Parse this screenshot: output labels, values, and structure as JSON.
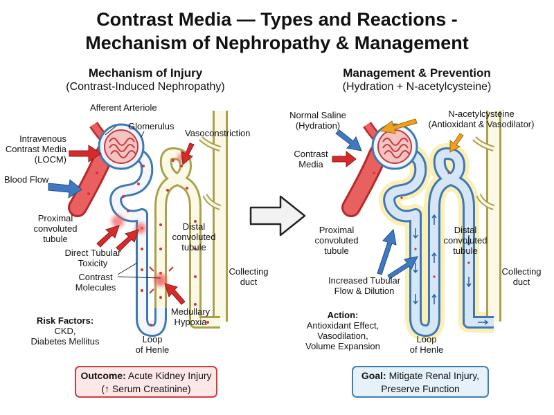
{
  "title": {
    "line1": "Contrast Media — Types and Reactions -",
    "line2": "Mechanism of Nephropathy & Management"
  },
  "left_panel": {
    "heading": "Mechanism of Injury",
    "subheading": "(Contrast-Induced Nephropathy)",
    "labels": {
      "afferent_arteriole": "Afferent Arteriole",
      "glomerulus": "Glomerulus",
      "vasoconstriction": "Vasoconstriction",
      "iv_contrast": [
        "Intravenous",
        "Contrast Media",
        "(LOCM)"
      ],
      "blood_flow": "Blood Flow",
      "proximal_tubule": [
        "Proximal",
        "convoluted",
        "tubule"
      ],
      "distal_tubule": [
        "Distal",
        "convoluted",
        "tubule"
      ],
      "direct_toxicity": [
        "Direct Tubular",
        "Toxicity"
      ],
      "contrast_molecules": [
        "Contrast",
        "Molecules"
      ],
      "collecting_duct": [
        "Collecting",
        "duct"
      ],
      "medullary_hypoxia": [
        "Medullary",
        "Hypoxia"
      ],
      "loop_of_henle": [
        "Loop",
        "of Henle"
      ]
    },
    "risk_factors": {
      "heading": "Risk Factors:",
      "items": [
        "CKD,",
        "Diabetes Mellitus"
      ]
    },
    "outcome": {
      "label": "Outcome:",
      "text": " Acute Kidney Injury",
      "line2": "(↑ Serum Creatinine)"
    }
  },
  "right_panel": {
    "heading": "Management & Prevention",
    "subheading": "(Hydration + N-acetylcysteine)",
    "labels": {
      "normal_saline": [
        "Normal Saline",
        "(Hydration)"
      ],
      "nac": [
        "N-acetylcysteine",
        "(Antioxidant & Vasodilator)"
      ],
      "contrast_media": [
        "Contrast",
        "Media"
      ],
      "proximal_tubule": [
        "Proximal",
        "convoluted",
        "tubule"
      ],
      "distal_tubule": [
        "Distal",
        "convoluted",
        "tubule"
      ],
      "increased_flow": [
        "Increased Tubular",
        "Flow & Dilution"
      ],
      "collecting_duct": [
        "Collecting",
        "duct"
      ],
      "loop_of_henle": [
        "Loop",
        "of Henle"
      ]
    },
    "action": {
      "heading": "Action:",
      "items": [
        "Antioxidant Effect,",
        "Vasodilation,",
        "Volume Expansion"
      ]
    },
    "goal": {
      "label": "Goal:",
      "text": " Mitigate Renal Injury,",
      "line2": "Preserve Function"
    }
  },
  "colors": {
    "artery_red": "#e04848",
    "tubule_blue": "#4a86c0",
    "duct_olive": "#c8c070",
    "arrow_red": "#d92a2a",
    "arrow_blue": "#3f79c4",
    "arrow_orange": "#f0a020",
    "highlight_yellow": "#f7e27a"
  }
}
